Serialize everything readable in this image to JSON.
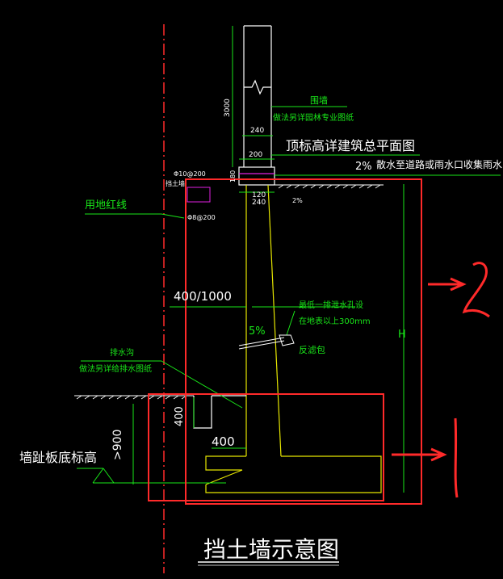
{
  "title": "挡土墙示意图",
  "labels": {
    "fence": "围墙",
    "fence_note": "做法另详园林专业图纸",
    "top_elev_note": "顶标高详建筑总平面图",
    "slope_pct_top": "2%",
    "drain_note": "散水至道路或雨水口收集雨水",
    "property_line": "用地红线",
    "spec_bars_1": "Φ10@200",
    "spec_bars_2": "挡土墙",
    "spec_bars_3": "Φ8@200",
    "weep_hole": "最低一排泄水孔设",
    "weep_hole_2": "在地表以上300mm",
    "slope_pct_wall": "5%",
    "filter_bag": "反滤包",
    "drain_ditch": "排水沟",
    "drain_ditch_note": "做法另详给排水图纸",
    "footing_elev": "墙趾板底标高",
    "height_mark": "H",
    "annotation_2": "2"
  },
  "dimensions": {
    "fence_height": "3000",
    "fence_width_1": "240",
    "cap_width": "200",
    "cap_height": "180",
    "wall_width_1": "120",
    "wall_width_2": "240",
    "slope_ratio": "2%",
    "toe_width": "400/1000",
    "ditch_height": "400",
    "ditch_width": "400",
    "embed_depth": ">900"
  },
  "colors": {
    "background": "#000000",
    "line_white": "#ffffff",
    "line_green": "#19e619",
    "line_yellow": "#e6e600",
    "line_red": "#ff2a2a",
    "line_magenta": "#e020e0"
  }
}
